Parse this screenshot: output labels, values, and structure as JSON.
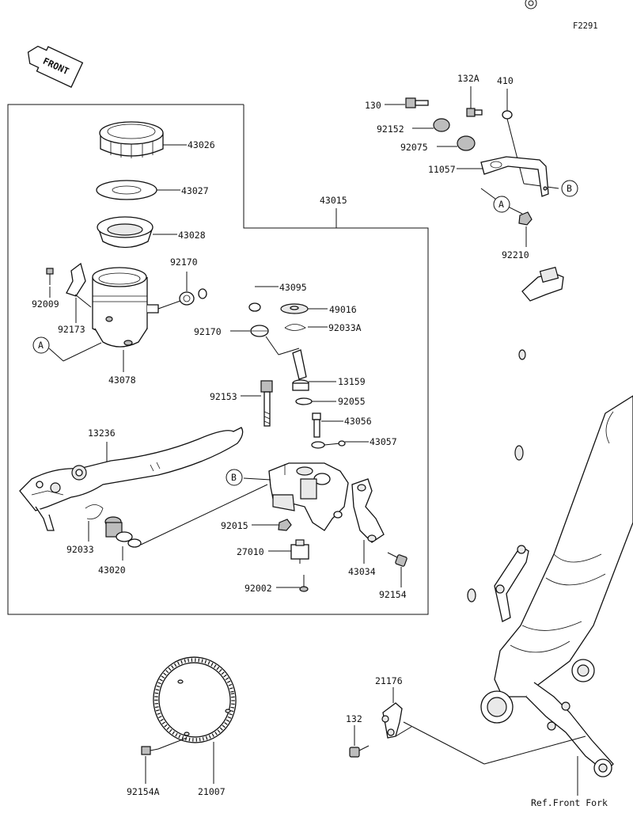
{
  "diagram": {
    "figure_code": "F2291",
    "front_label": "FRONT",
    "ref_labels": [
      "A",
      "B"
    ],
    "callouts": {
      "c43026": "43026",
      "c43027": "43027",
      "c43028": "43028",
      "c43015": "43015",
      "c92170a": "92170",
      "c43095": "43095",
      "c92009": "92009",
      "c92173": "92173",
      "c43078": "43078",
      "c49016": "49016",
      "c92170b": "92170",
      "c92033A": "92033A",
      "c13159": "13159",
      "c92153": "92153",
      "c92055": "92055",
      "c43056": "43056",
      "c13236": "13236",
      "c43057": "43057",
      "c92015": "92015",
      "c92033": "92033",
      "c27010": "27010",
      "c43034": "43034",
      "c43020": "43020",
      "c92154": "92154",
      "c92002": "92002",
      "c130": "130",
      "c132A": "132A",
      "c410": "410",
      "c92152": "92152",
      "c92075": "92075",
      "c11057": "11057",
      "c92210": "92210",
      "c21176": "21176",
      "c132": "132",
      "c92154A": "92154A",
      "c21007": "21007",
      "ref_front_fork": "Ref.Front Fork"
    }
  }
}
